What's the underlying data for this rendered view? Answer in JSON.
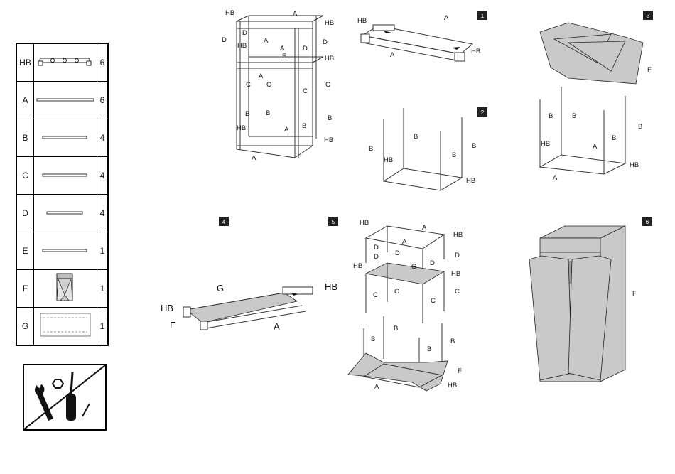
{
  "parts": [
    {
      "code": "HB",
      "qty": "6",
      "icon": "hub-connector-bar-icon"
    },
    {
      "code": "A",
      "qty": "6",
      "icon": "long-tube-icon"
    },
    {
      "code": "B",
      "qty": "4",
      "icon": "medium-tube-icon"
    },
    {
      "code": "C",
      "qty": "4",
      "icon": "medium-tube-icon"
    },
    {
      "code": "D",
      "qty": "4",
      "icon": "short-tube-icon"
    },
    {
      "code": "E",
      "qty": "1",
      "icon": "shelf-tube-icon"
    },
    {
      "code": "F",
      "qty": "1",
      "icon": "fabric-cover-icon"
    },
    {
      "code": "G",
      "qty": "1",
      "icon": "shelf-fabric-icon"
    }
  ],
  "steps": [
    "1",
    "2",
    "3",
    "4",
    "5",
    "6"
  ],
  "labels": {
    "HB": "HB",
    "A": "A",
    "B": "B",
    "C": "C",
    "D": "D",
    "E": "E",
    "F": "F",
    "G": "G"
  }
}
